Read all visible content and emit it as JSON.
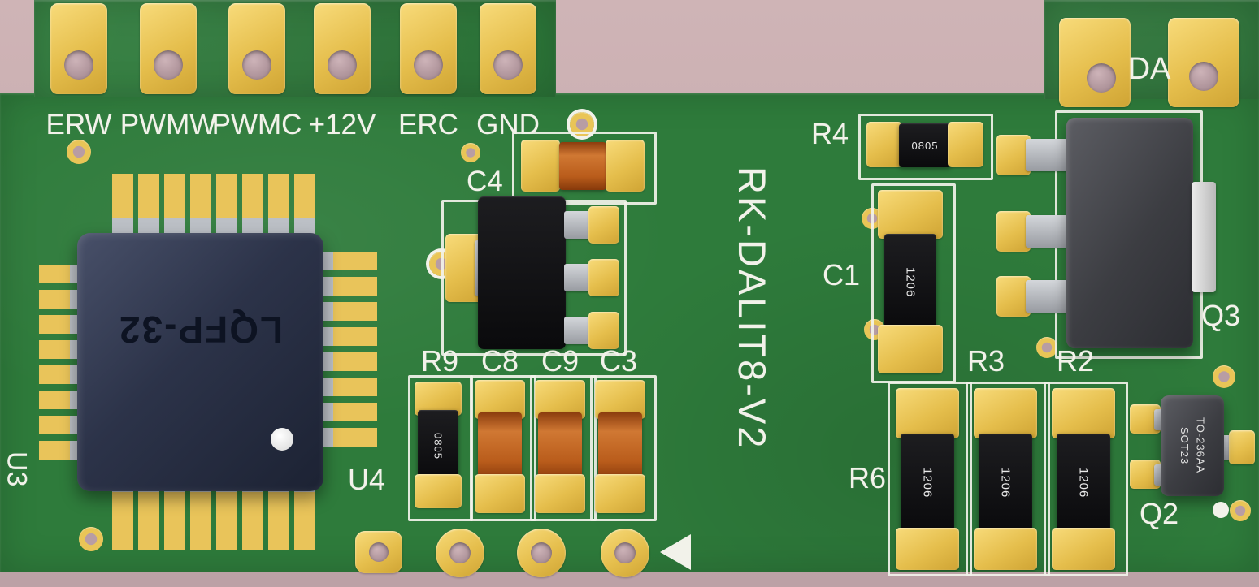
{
  "colors": {
    "background": "#c6aaae",
    "board_green": "#2e7b3b",
    "pad_gold": "#e9c457",
    "silkscreen_white": "#f2f2ea",
    "ic_body_navy": "#2c3349",
    "component_black": "#111113",
    "capacitor_orange": "#b95c1b",
    "lead_gray": "#b9bcc2"
  },
  "board_title": "RK-DALIT8-V2",
  "top_connector": {
    "pins": [
      {
        "label": "ERW"
      },
      {
        "label": "PWMW"
      },
      {
        "label": "PWMC"
      },
      {
        "label": "+12V"
      },
      {
        "label": "ERC"
      },
      {
        "label": "GND"
      }
    ]
  },
  "da_connector": {
    "label": "DA"
  },
  "refdes": {
    "u3": "U3",
    "u4": "U4",
    "c4": "C4",
    "r9": "R9",
    "c8": "C8",
    "c9": "C9",
    "c3": "C3",
    "r4": "R4",
    "c1": "C1",
    "q3": "Q3",
    "r3": "R3",
    "r2": "R2",
    "r6": "R6",
    "q2": "Q2"
  },
  "markings": {
    "u3_package": "LQFP-32",
    "r9": "0805",
    "r4": "0805",
    "c1": "1206",
    "r6": "1206",
    "r3": "1206",
    "r2": "1206",
    "q2_line1": "SOT23",
    "q2_line2": "TO-236AA"
  }
}
